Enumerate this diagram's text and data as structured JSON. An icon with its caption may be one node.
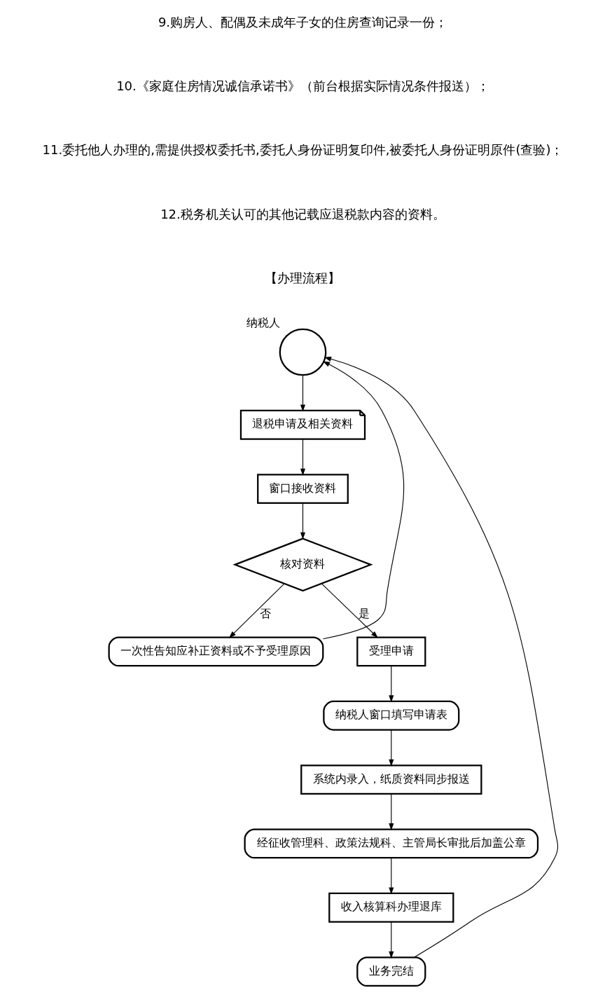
{
  "diagram": {
    "nodes": [
      {
        "text": [],
        "shape": "circle",
        "beside": [
          "纳税人"
        ]
      },
      {
        "text": [
          "退税申请及相关资料"
        ]
      },
      {
        "text": [
          "窗口接收资料"
        ]
      },
      {
        "text": [
          "核对资料"
        ]
      },
      {
        "text": [
          "一次性告知应补正资料或不予受理原因"
        ]
      },
      {
        "text": [
          "受理申请"
        ]
      },
      {
        "text": [
          "纳税人窗口填写申请表"
        ]
      },
      {
        "text": [
          "系统内录入，纸质资料同步报送"
        ]
      },
      {
        "text": [
          "经征收管理科、政策法规科、主管局长审批后加盖公章"
        ]
      },
      {
        "text": [
          "收入核算科办理退库"
        ]
      },
      {
        "text": [
          "业务完结"
        ]
      }
    ],
    "edges": [
      {
        "from": 0,
        "to": 1,
        "arrow": "to"
      },
      {
        "from": 1,
        "to": 2,
        "arrow": "to"
      },
      {
        "from": 2,
        "to": 3,
        "arrow": "to"
      },
      {
        "from": 3,
        "to": 4,
        "arrow": "to",
        "label": "否"
      },
      {
        "from": 4,
        "to": 0,
        "arrow": "to"
      },
      {
        "from": 3,
        "to": 5,
        "arrow": "to",
        "label": "是"
      },
      {
        "from": 5,
        "to": 6,
        "arrow": "to"
      },
      {
        "from": 6,
        "to": 7,
        "arrow": "to"
      },
      {
        "from": 7,
        "to": 8,
        "arrow": "to"
      },
      {
        "from": 8,
        "to": 9,
        "arrow": "to"
      },
      {
        "from": 9,
        "to": 10,
        "arrow": "to"
      },
      {
        "from": 10,
        "to": 0,
        "arrow": "to"
      }
    ],
    "labels": [
      "9.购房人、配偶及未成年子女的住房查询记录一份；",
      "10.《家庭住房情况诚信承诺书》（前台根据实际情况条件报送）；",
      "11.委托他人办理的,需提供授权委托书,委托人身份证明复印件,被委托人身份证明原件(查验)；",
      "12.税务机关认可的其他记载应退税款内容的资料。",
      "【办理流程】"
    ]
  }
}
